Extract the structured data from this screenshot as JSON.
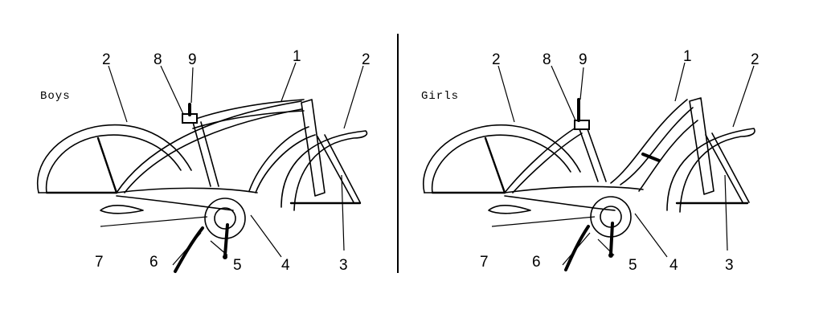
{
  "boys": {
    "title": "Boys",
    "labels": {
      "n1": "1",
      "n2a": "2",
      "n2b": "2",
      "n3": "3",
      "n4": "4",
      "n5": "5",
      "n6": "6",
      "n7": "7",
      "n8": "8",
      "n9": "9"
    }
  },
  "girls": {
    "title": "Girls",
    "labels": {
      "n1": "1",
      "n2a": "2",
      "n2b": "2",
      "n3": "3",
      "n4": "4",
      "n5": "5",
      "n6": "6",
      "n7": "7",
      "n8": "8",
      "n9": "9"
    }
  }
}
